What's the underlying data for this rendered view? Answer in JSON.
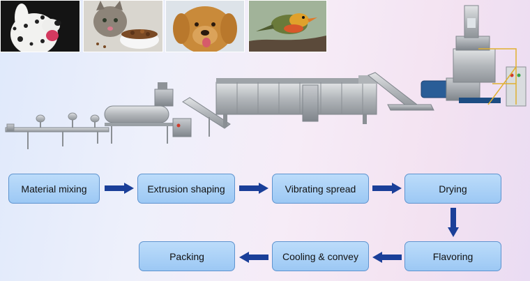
{
  "process": {
    "steps": [
      {
        "label": "Material mixing"
      },
      {
        "label": "Extrusion shaping"
      },
      {
        "label": "Vibrating spread"
      },
      {
        "label": "Drying"
      },
      {
        "label": "Flavoring"
      },
      {
        "label": "Cooling & convey"
      },
      {
        "label": "Packing"
      }
    ]
  },
  "colors": {
    "box_fill": "#a7cff6",
    "box_border": "#5e93cf",
    "arrow": "#1a3f99"
  },
  "images": [
    "dalmatian-dog-photo",
    "cat-with-food-bowl-photo",
    "golden-retriever-photo",
    "bird-on-branch-photo",
    "production-line-machinery"
  ]
}
